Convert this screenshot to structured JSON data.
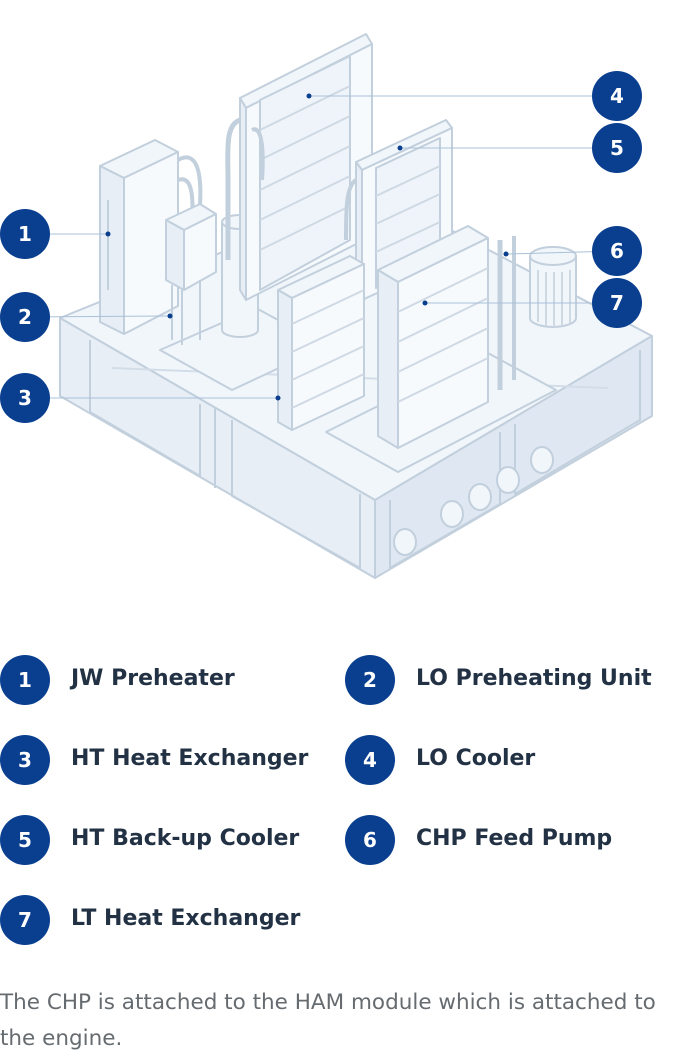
{
  "diagram": {
    "colors": {
      "badge": "#0a3f8f",
      "badge_text": "#ffffff",
      "outline": "#c2cfdc",
      "fill": "#f1f6fb",
      "leader": "#a9c0d8"
    },
    "callouts": [
      {
        "number": "1",
        "target": "jw-preheater"
      },
      {
        "number": "2",
        "target": "lo-preheating-unit"
      },
      {
        "number": "3",
        "target": "ht-heat-exchanger"
      },
      {
        "number": "4",
        "target": "lo-cooler"
      },
      {
        "number": "5",
        "target": "ht-back-up-cooler"
      },
      {
        "number": "6",
        "target": "chp-feed-pump"
      },
      {
        "number": "7",
        "target": "lt-heat-exchanger"
      }
    ]
  },
  "legend": [
    {
      "number": "1",
      "label": "JW Preheater"
    },
    {
      "number": "2",
      "label": "LO Preheating Unit"
    },
    {
      "number": "3",
      "label": "HT Heat Exchanger"
    },
    {
      "number": "4",
      "label": "LO Cooler"
    },
    {
      "number": "5",
      "label": "HT Back-up Cooler"
    },
    {
      "number": "6",
      "label": "CHP Feed Pump"
    },
    {
      "number": "7",
      "label": "LT Heat Exchanger"
    }
  ],
  "caption": "The CHP is attached to the HAM module which is attached to the engine."
}
